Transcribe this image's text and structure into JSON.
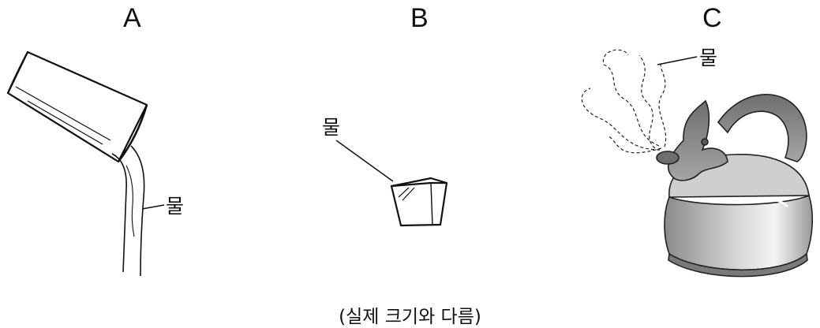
{
  "panels": [
    {
      "letter": "A",
      "label": "물"
    },
    {
      "letter": "B",
      "label": "물"
    },
    {
      "letter": "C",
      "label": "물"
    }
  ],
  "caption": "(실제 크기와 다름)",
  "icons": [
    "pouring-cup-icon",
    "ice-cube-icon",
    "kettle-icon",
    "steam-icon"
  ]
}
